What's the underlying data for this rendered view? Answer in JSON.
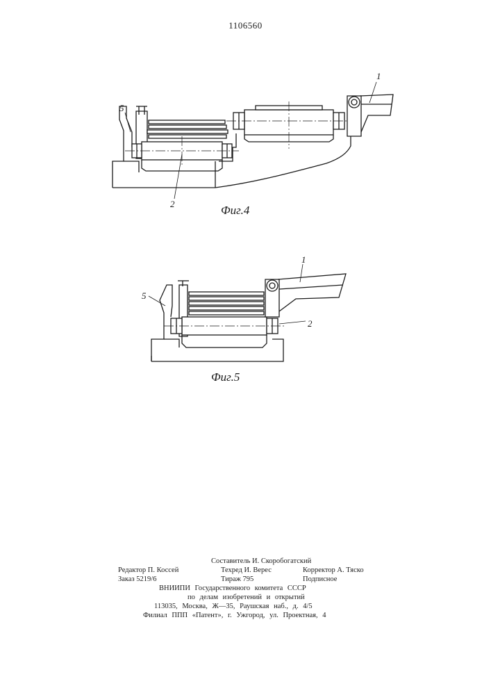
{
  "patent_number": "1106560",
  "figures": [
    {
      "caption": "Фиг.4",
      "callouts": [
        "1",
        "2",
        "5"
      ]
    },
    {
      "caption": "Фиг.5",
      "callouts": [
        "1",
        "2",
        "5"
      ]
    }
  ],
  "imprint": {
    "compiler": "Составитель И. Скоробогатский",
    "editor": "Редактор П. Коссей",
    "techred": "Техред И. Верес",
    "corrector": "Корректор А. Тяско",
    "order": "Заказ 5219/6",
    "circulation": "Тираж 795",
    "subscription": "Подписное",
    "org_line1": "ВНИИПИ Государственного комитета СССР",
    "org_line2": "по делам изобретений и открытий",
    "address": "113035, Москва, Ж—35, Раушская наб., д. 4/5",
    "branch": "Филиал ППП «Патент», г. Ужгород, ул. Проектная, 4"
  }
}
